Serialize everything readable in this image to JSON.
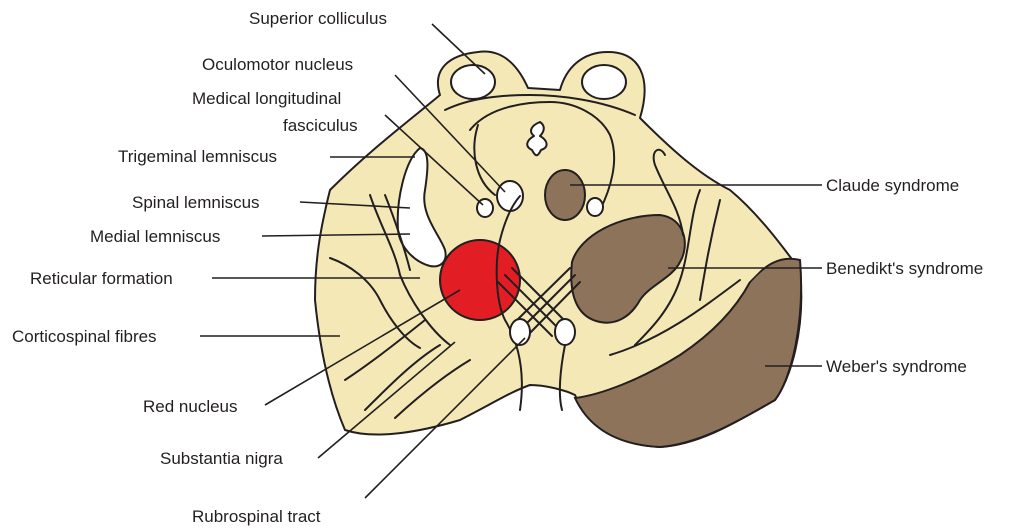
{
  "colors": {
    "tissue": "#f4e9b6",
    "tissue_edge": "#efe1a3",
    "lesion": "#8c735a",
    "red_nucleus": "#e21d24",
    "line": "#231f20",
    "label_text": "#231f20"
  },
  "labels": {
    "superior_colliculus": "Superior colliculus",
    "oculomotor_nucleus": "Oculomotor nucleus",
    "mlf_line1": "Medical longitudinal",
    "mlf_line2": "fasciculus",
    "trigeminal_lemniscus": "Trigeminal lemniscus",
    "spinal_lemniscus": "Spinal lemniscus",
    "medial_lemniscus": "Medial lemniscus",
    "reticular_formation": "Reticular formation",
    "corticospinal_fibres": "Corticospinal fibres",
    "red_nucleus": "Red nucleus",
    "substantia_nigra": "Substantia nigra",
    "rubrospinal_tract": "Rubrospinal tract",
    "claude_syndrome": "Claude syndrome",
    "benedikt_syndrome": "Benedikt's syndrome",
    "weber_syndrome": "Weber's syndrome"
  }
}
